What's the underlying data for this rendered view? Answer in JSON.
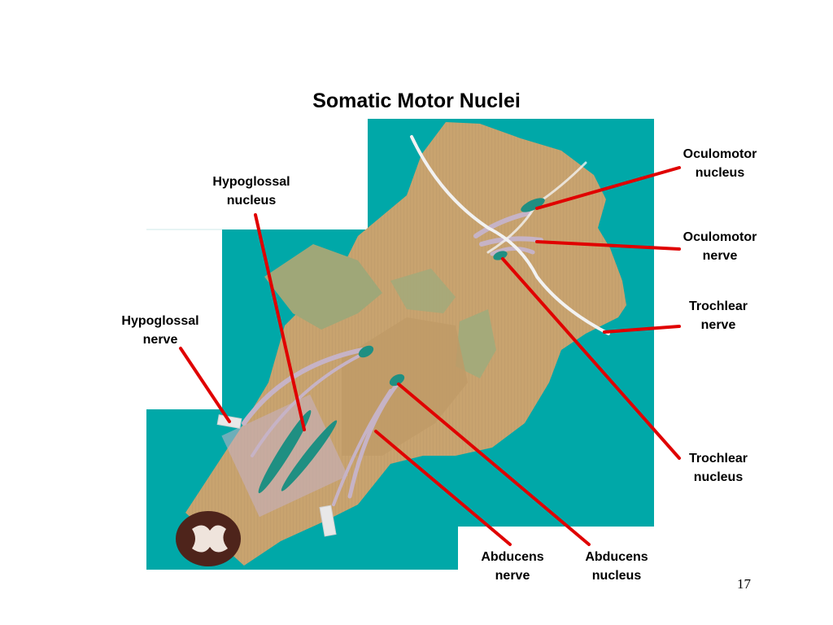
{
  "slide": {
    "title": "Somatic Motor Nuclei",
    "page_number": "17"
  },
  "labels": {
    "oculomotor_nucleus": [
      "Oculomotor",
      "nucleus"
    ],
    "hypoglossal_nucleus": [
      "Hypoglossal",
      "nucleus"
    ],
    "oculomotor_nerve": [
      "Oculomotor",
      "nerve"
    ],
    "hypoglossal_nerve": [
      "Hypoglossal",
      "nerve"
    ],
    "trochlear_nerve": [
      "Trochlear",
      "nerve"
    ],
    "trochlear_nucleus": [
      "Trochlear",
      "nucleus"
    ],
    "abducens_nerve": [
      "Abducens",
      "nerve"
    ],
    "abducens_nucleus": [
      "Abducens",
      "nucleus"
    ]
  },
  "colors": {
    "background_teal": "#00a8a8",
    "brainstem_tan": "#c8a36f",
    "cerebellar_peduncle_green": "#9fa778",
    "nucleus_teal": "#1f8f82",
    "nerve_lavender": "#c6b3c6",
    "leader_line_red": "#e00000",
    "cut_surface_brown": "#4e241b"
  }
}
